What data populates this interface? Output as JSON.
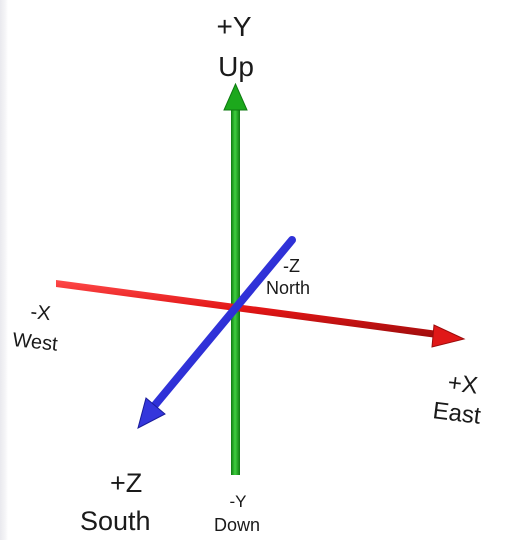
{
  "axes": {
    "y_pos": {
      "sign": "+Y",
      "direction": "Up",
      "color": "#1fa31f"
    },
    "y_neg": {
      "sign": "-Y",
      "direction": "Down"
    },
    "x_pos": {
      "sign": "+X",
      "direction": "East",
      "color": "#dd1c1c"
    },
    "x_neg": {
      "sign": "-X",
      "direction": "West"
    },
    "z_pos": {
      "sign": "+Z",
      "direction": "South",
      "color": "#2c2ed6"
    },
    "z_neg": {
      "sign": "-Z",
      "direction": "North"
    }
  }
}
